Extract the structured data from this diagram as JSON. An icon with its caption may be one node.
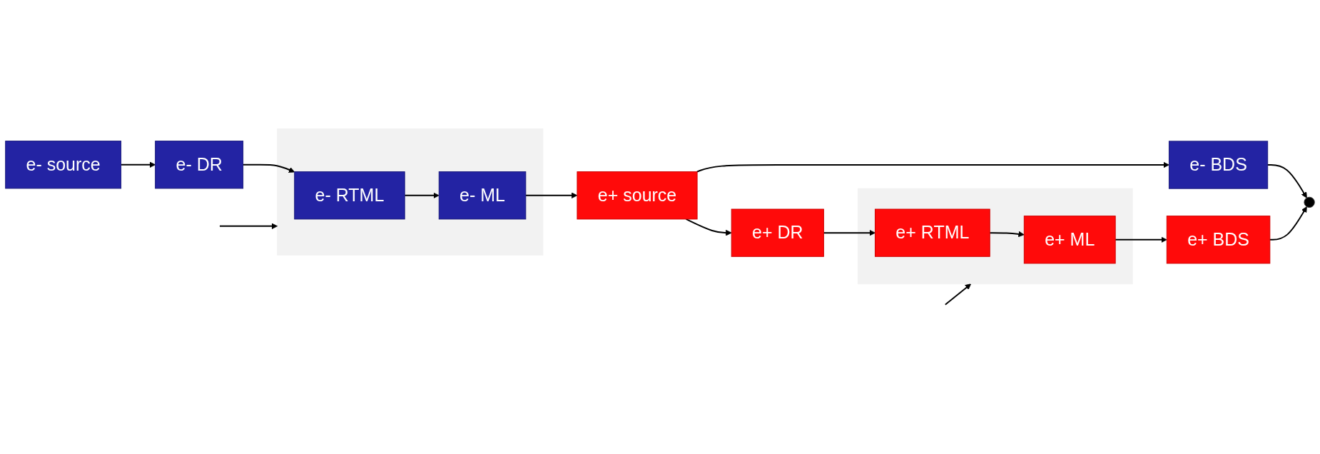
{
  "diagram": {
    "nodes": [
      {
        "text": [
          "e- source"
        ]
      },
      {
        "text": [
          "e- DR"
        ]
      },
      {
        "text": [
          "e+ DR"
        ]
      },
      {
        "text": [],
        "shape": "box"
      },
      {
        "text": [
          "e- RTML"
        ],
        "in": 3
      },
      {
        "text": [
          "e- ML"
        ],
        "in": 3
      },
      {
        "text": [
          "e- BDS"
        ]
      },
      {
        "text": [],
        "shape": "circle"
      },
      {
        "text": [
          "e+ BDS"
        ]
      },
      {
        "text": [],
        "shape": "box"
      },
      {
        "text": [
          "e+ ML"
        ],
        "in": 9
      },
      {
        "text": [
          "e+ RTML"
        ],
        "in": 9
      },
      {
        "text": [
          "e+ source"
        ]
      }
    ],
    "edges": [
      {
        "from": 0,
        "to": 1,
        "arrow": "to"
      },
      {
        "from": 1,
        "to": 4,
        "arrow": "to"
      },
      {
        "from": 2,
        "to": 11,
        "arrow": "to"
      },
      {
        "from": 4,
        "to": 5,
        "arrow": "to"
      },
      {
        "from": 5,
        "to": 12,
        "arrow": "to"
      },
      {
        "from": 12,
        "to": 6,
        "arrow": "to"
      },
      {
        "from": 12,
        "to": 2,
        "arrow": "to"
      },
      {
        "from": 6,
        "to": 7,
        "arrow": "to"
      },
      {
        "from": 8,
        "to": 7,
        "arrow": "to"
      },
      {
        "from": 10,
        "to": 8,
        "arrow": "to"
      },
      {
        "from": 11,
        "to": 10,
        "arrow": "to"
      },
      {
        "from": null,
        "to": 3,
        "arrow": "to"
      },
      {
        "from": null,
        "to": 9,
        "arrow": "to"
      }
    ]
  }
}
